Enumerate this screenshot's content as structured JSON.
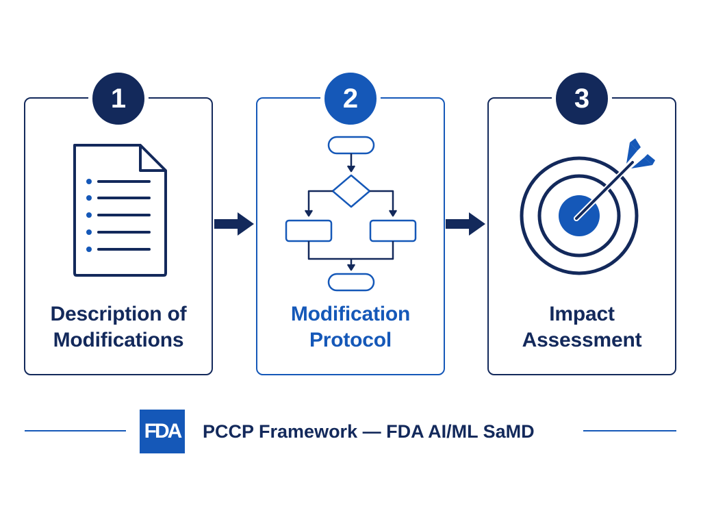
{
  "colors": {
    "navy": "#13295b",
    "blue": "#1558b8",
    "background": "#ffffff"
  },
  "steps": [
    {
      "number": "1",
      "title_lines": [
        "Description of",
        "Modifications"
      ],
      "icon": "document-list-icon",
      "highlighted": false
    },
    {
      "number": "2",
      "title_lines": [
        "Modification",
        "Protocol"
      ],
      "icon": "flowchart-icon",
      "highlighted": true
    },
    {
      "number": "3",
      "title_lines": [
        "Impact",
        "Assessment"
      ],
      "icon": "target-arrow-icon",
      "highlighted": false
    }
  ],
  "connectors": [
    "right-arrow-icon",
    "right-arrow-icon"
  ],
  "footer": {
    "logo_text": "FDA",
    "title": "PCCP Framework — FDA AI/ML SaMD"
  }
}
